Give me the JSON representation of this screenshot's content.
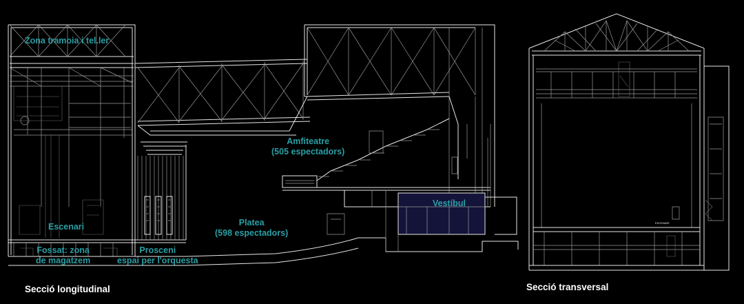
{
  "longitudinal": {
    "caption": "Secció longitudinal",
    "labels": {
      "fly_tower": "Zona tramoia i tel.ler",
      "stage": "Escenari",
      "pit": "Fossat: zona\nde magatzem",
      "proscenium": "Prosceni\nespai per l'orquesta",
      "stalls": "Platea\n(598 espectadors)",
      "balcony": "Amfiteatre\n(505 espectadors)",
      "lobby": "Vestíbul"
    }
  },
  "transversal": {
    "caption": "Secció transversal",
    "small_label": "ESCENARI"
  },
  "colors": {
    "background": "#000000",
    "lines": "#e8e8e8",
    "labels": "#2a9fa5",
    "lobby_fill": "#14143a"
  }
}
